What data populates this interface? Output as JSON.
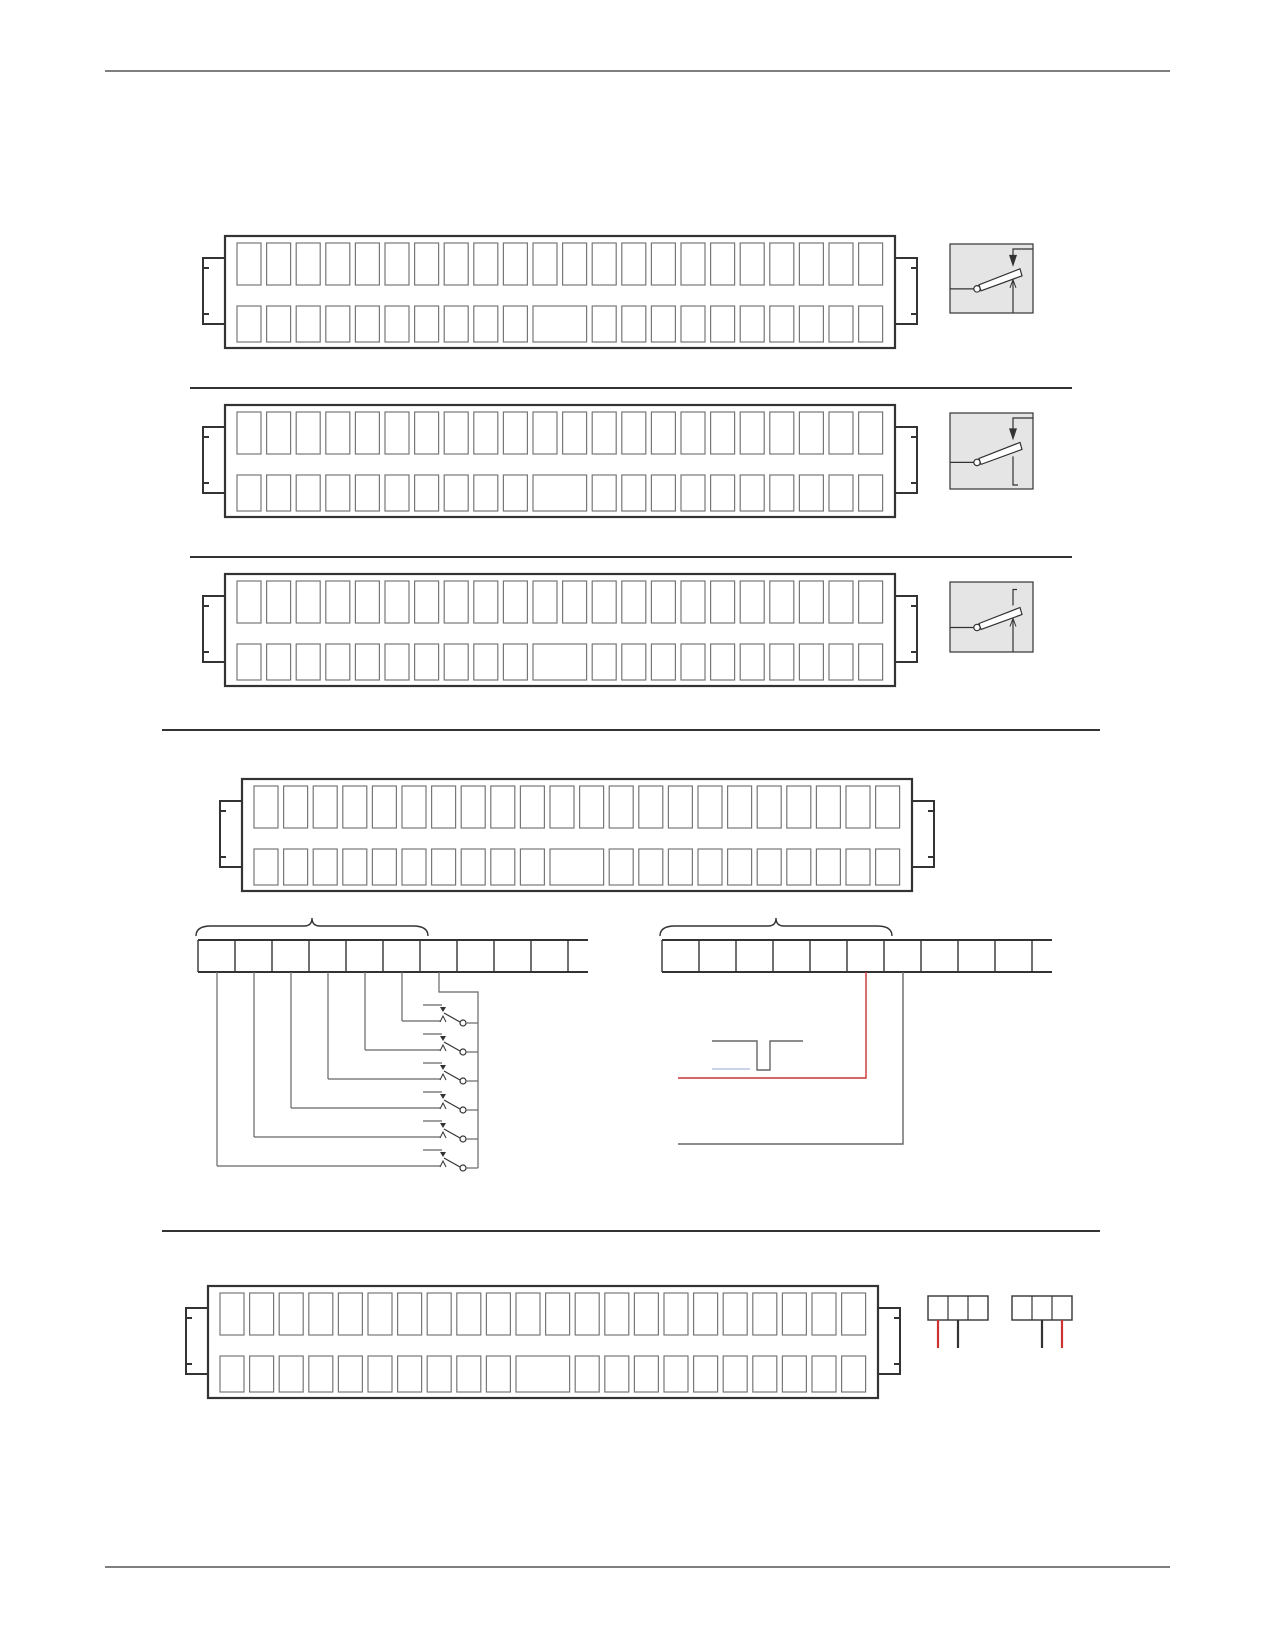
{
  "page": {
    "background": "#ffffff"
  },
  "colors": {
    "frame": "#333333",
    "pin": "#777777",
    "rule": "#333333",
    "wire": "#666666",
    "wire_red": "#cc3333",
    "wire_blue": "#b9c4e6",
    "switch_panel": "#e5e5e5"
  },
  "connectors": [
    {
      "id": "connector-1",
      "top_row_pins": 22,
      "bottom_row_pins": 21,
      "wide_pin_index": 10,
      "legend": "switch-normal"
    },
    {
      "id": "connector-2",
      "top_row_pins": 22,
      "bottom_row_pins": 21,
      "wide_pin_index": 10,
      "legend": "switch-variant-a"
    },
    {
      "id": "connector-3",
      "top_row_pins": 22,
      "bottom_row_pins": 21,
      "wide_pin_index": 10,
      "legend": "switch-variant-b"
    },
    {
      "id": "connector-4",
      "top_row_pins": 22,
      "bottom_row_pins": 21,
      "wide_pin_index": 10,
      "legend": "none"
    },
    {
      "id": "connector-5",
      "top_row_pins": 22,
      "bottom_row_pins": 21,
      "wide_pin_index": 10,
      "legend": "jumpers"
    }
  ],
  "detail_left": {
    "cells": 10,
    "brace_span_cells": 6,
    "switches": 6
  },
  "detail_right": {
    "cells": 10,
    "brace_span_cells": 6,
    "signal": "pulse"
  },
  "jumpers": [
    {
      "id": "jumper-left",
      "positions": 3,
      "red_leg": 1
    },
    {
      "id": "jumper-right",
      "positions": 3,
      "red_leg": 3
    }
  ]
}
